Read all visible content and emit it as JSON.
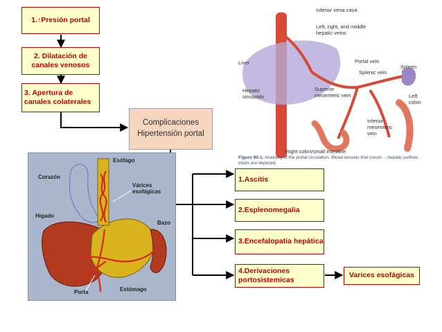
{
  "left_steps": [
    {
      "text": "1.↑Presión portal"
    },
    {
      "text": "2. Dilatación de canales venosos"
    },
    {
      "text": "3. Apertura de canales colaterales"
    }
  ],
  "center_box": {
    "text": "Complicaciones Hipertensión portal"
  },
  "complications": [
    {
      "text": "1.Ascitis"
    },
    {
      "text": "2.Esplenomegalia"
    },
    {
      "text": "3.Encefalopatia hepática"
    },
    {
      "text": "4.Derivaciones portosistemicas"
    }
  ],
  "result_box": {
    "text": "Varices esofágicas"
  },
  "anatomy_labels": {
    "esofago": "Esófago",
    "corazon": "Corazón",
    "varices": "Várices esofágicas",
    "higado": "Higado",
    "bazo": "Bazo",
    "porta": "Porta",
    "estomago": "Estómago"
  },
  "portal_figure": {
    "labels": {
      "ivc": "Inferior vena cava",
      "hepatic_veins": "Left, right, and middle hepatic veins",
      "liver": "Liver",
      "portal_vein": "Portal vein",
      "splenic_vein": "Splenic vein",
      "spleen": "Spleen",
      "hepatic_sinusoids": "Hepatic sinusoids",
      "superior_mesenteric_vein": "Superior mesenteric vein",
      "left_colon": "Left colon",
      "inferior_mesenteric_vein": "Inferior mesenteric vein",
      "right_colon": "Right colon/small intestine"
    },
    "caption_bold": "Figure 90-1.",
    "caption": "Anatomy of the portal circulation. Blood vessels that consti- ...hepatic outflow tracts are depicted."
  },
  "colors": {
    "accent_red": "#c00000",
    "box_fill": "#ffffcc",
    "center_fill": "#f7d6c0",
    "vessel_red": "#d23a2a"
  }
}
